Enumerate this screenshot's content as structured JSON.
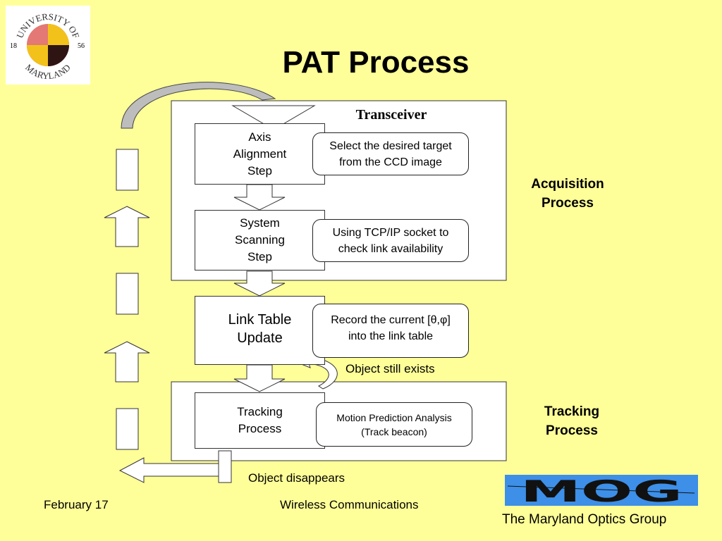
{
  "title": "PAT Process",
  "logo": {
    "text_top": "UNIVERSITY OF",
    "text_bottom": "MARYLAND",
    "year_left": "18",
    "year_right": "56"
  },
  "transceiver_label": "Transceiver",
  "steps": {
    "axis_alignment": "Axis\nAlignment\nStep",
    "system_scanning": "System\nScanning\nStep",
    "link_table": "Link Table\nUpdate",
    "tracking": "Tracking\nProcess"
  },
  "notes": {
    "select_target": "Select the desired target\nfrom the CCD image",
    "tcp_socket": "Using TCP/IP socket to\ncheck link availability",
    "record_current": "Record the current [θ,φ]\ninto the link table",
    "motion_prediction": "Motion Prediction Analysis\n(Track beacon)"
  },
  "labels": {
    "object_still_exists": "Object still exists",
    "object_disappears": "Object disappears",
    "acquisition": "Acquisition\nProcess",
    "tracking": "Tracking\nProcess"
  },
  "footer": {
    "date": "February 17",
    "center": "Wireless Communications",
    "group": "The Maryland Optics Group",
    "mog_logo": "MOG"
  },
  "colors": {
    "background": "#FFFF99",
    "mog_blue": "#3D8FE8",
    "logo_red": "#D6312B",
    "logo_gold": "#F2C21A"
  }
}
